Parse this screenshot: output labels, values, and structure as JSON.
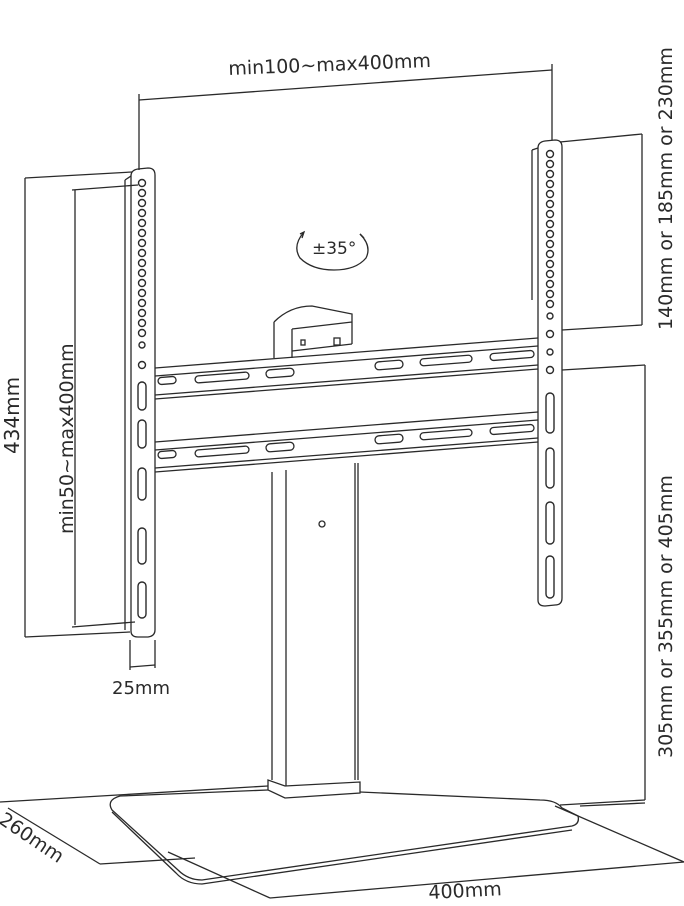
{
  "diagram": {
    "subject": "TV table-top stand with VESA mounting bracket",
    "dimensions": {
      "vesa_width": "min100~max400mm",
      "vesa_hole_offsets": "140mm or 185mm or 230mm",
      "height_adjust": "305mm or 355mm or 405mm",
      "bracket_height": "434mm",
      "vesa_height": "min50~max400mm",
      "bracket_depth": "25mm",
      "base_depth": "260mm",
      "base_width": "400mm"
    },
    "tilt_label": "±35°",
    "colors": {
      "line": "#2a2a2a",
      "background": "#ffffff",
      "shade": "#9a9a9a"
    }
  }
}
